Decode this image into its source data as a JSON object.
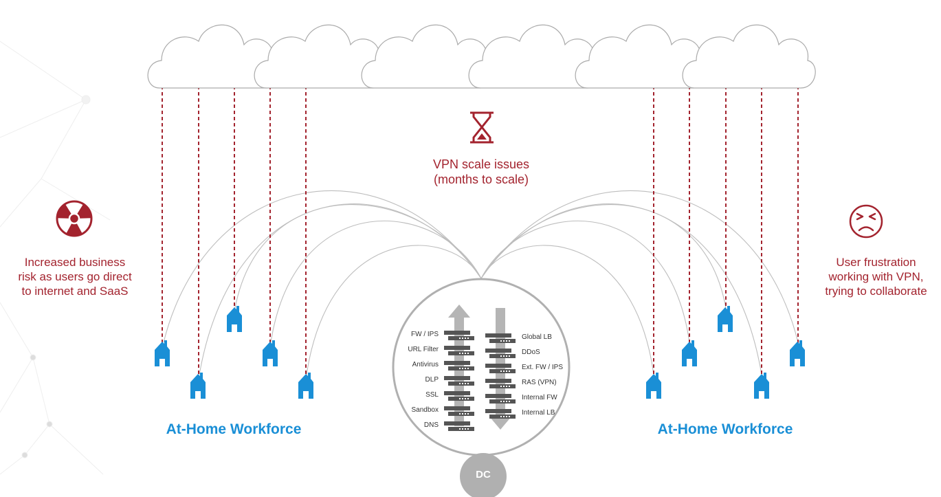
{
  "icons": {
    "hourglass": "hourglass-icon",
    "radiation": "radiation-icon",
    "frustrated": "frustrated-face-icon",
    "house": "house-icon",
    "cloud": "cloud-icon",
    "server": "server-rack-icon"
  },
  "colors": {
    "accent_red": "#a3232e",
    "accent_blue": "#1a8fd6",
    "line_gray": "#bdbdbd",
    "dc_gray": "#b0b0b0"
  },
  "center_caption": {
    "line1": "VPN scale issues",
    "line2": "(months to scale)"
  },
  "left_caption": {
    "line1": "Increased business",
    "line2": "risk as users go direct",
    "line3": "to internet and SaaS"
  },
  "right_caption": {
    "line1": "User frustration",
    "line2": "working with VPN,",
    "line3": "trying to collaborate"
  },
  "left_workforce_label": "At-Home Workforce",
  "right_workforce_label": "At-Home Workforce",
  "dc": {
    "label": "DC",
    "left_stack": [
      "FW / IPS",
      "URL Filter",
      "Antivirus",
      "DLP",
      "SSL",
      "Sandbox",
      "DNS"
    ],
    "right_stack": [
      "Global LB",
      "DDoS",
      "Ext. FW / IPS",
      "RAS (VPN)",
      "Internal FW",
      "Internal LB"
    ]
  }
}
